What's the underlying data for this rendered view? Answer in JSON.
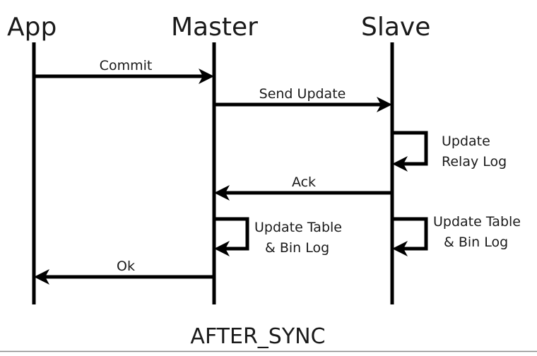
{
  "diagram": {
    "type": "uml-sequence-diagram",
    "caption": "AFTER_SYNC",
    "colors": {
      "line": "#000000",
      "text": "#1a1a1a",
      "background": "#ffffff",
      "rule": "#888888"
    },
    "actors": [
      {
        "id": "app",
        "label": "App"
      },
      {
        "id": "master",
        "label": "Master"
      },
      {
        "id": "slave",
        "label": "Slave"
      }
    ],
    "messages": [
      {
        "id": "commit",
        "label": "Commit",
        "from": "app",
        "to": "master",
        "direction": "right",
        "kind": "call"
      },
      {
        "id": "send-update",
        "label": "Send Update",
        "from": "master",
        "to": "slave",
        "direction": "right",
        "kind": "call"
      },
      {
        "id": "ack",
        "label": "Ack",
        "from": "slave",
        "to": "master",
        "direction": "left",
        "kind": "return"
      },
      {
        "id": "ok",
        "label": "Ok",
        "from": "master",
        "to": "app",
        "direction": "left",
        "kind": "return"
      }
    ],
    "self_messages": [
      {
        "id": "update-relay-log",
        "on": "slave",
        "label_line1": "Update",
        "label_line2": "Relay Log"
      },
      {
        "id": "master-update-table-bin-log",
        "on": "master",
        "label_line1": "Update Table",
        "label_line2": "& Bin Log"
      },
      {
        "id": "slave-update-table-bin-log",
        "on": "slave",
        "label_line1": "Update Table",
        "label_line2": "& Bin Log"
      }
    ]
  }
}
